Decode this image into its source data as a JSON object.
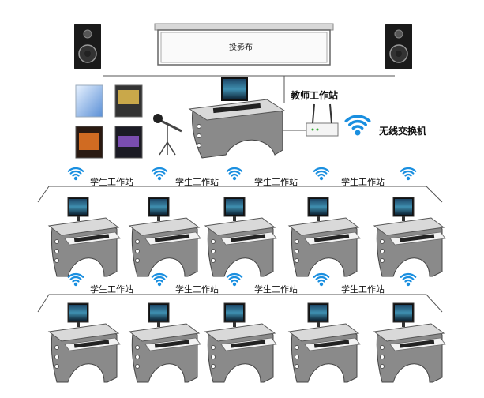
{
  "projector_screen": {
    "label": "投影布"
  },
  "teacher": {
    "label": "教师工作站"
  },
  "switch": {
    "label": "无线交换机"
  },
  "rows": [
    {
      "labels": [
        "学生工作站",
        "学生工作站",
        "学生工作站",
        "学生工作站"
      ]
    },
    {
      "labels": [
        "学生工作站",
        "学生工作站",
        "学生工作站",
        "学生工作站"
      ]
    }
  ],
  "colors": {
    "wifi": "#1a8fe0",
    "desk": "#8a8a8a",
    "desk_top": "#d9d9d9",
    "line": "#555555"
  },
  "icons": [
    "speaker-icon",
    "projector-screen-icon",
    "software-box-icon",
    "microphone-icon",
    "router-icon",
    "wifi-icon",
    "monitor-icon",
    "keyboard-icon",
    "desk-icon"
  ]
}
